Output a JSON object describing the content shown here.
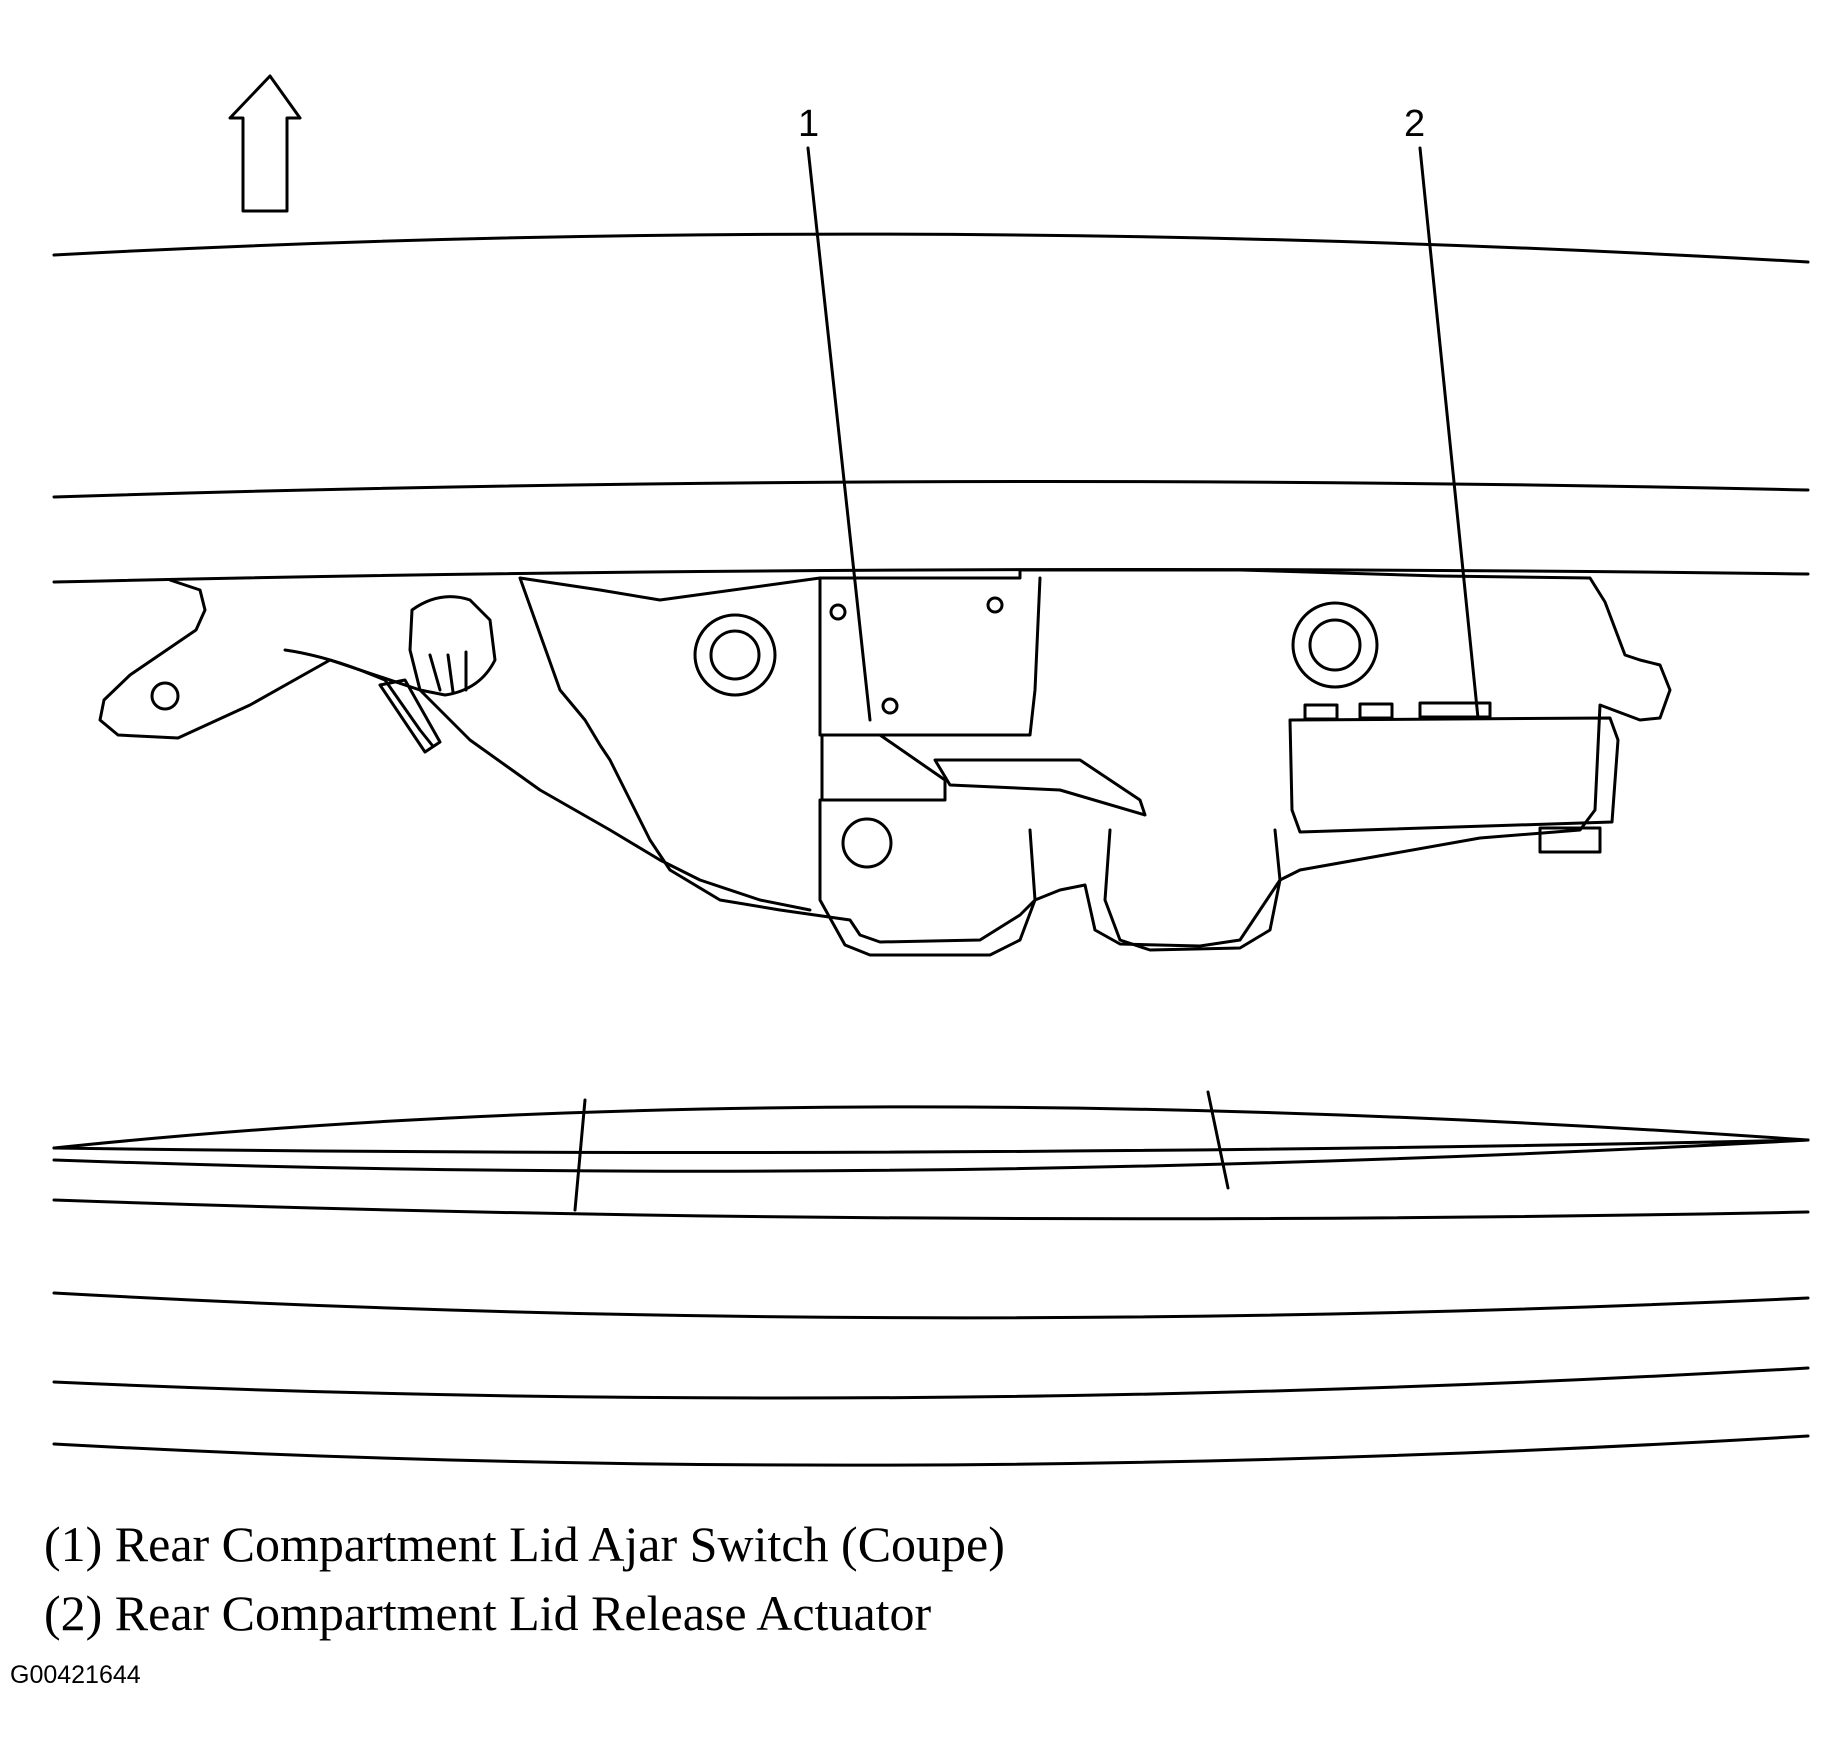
{
  "diagram": {
    "callouts": [
      {
        "number": "1"
      },
      {
        "number": "2"
      }
    ],
    "legend": [
      {
        "text": "(1) Rear Compartment Lid Ajar Switch (Coupe)"
      },
      {
        "text": "(2) Rear Compartment Lid Release Actuator"
      }
    ],
    "figure_code": "G00421644",
    "line_color": "#000000",
    "background_color": "#ffffff"
  }
}
